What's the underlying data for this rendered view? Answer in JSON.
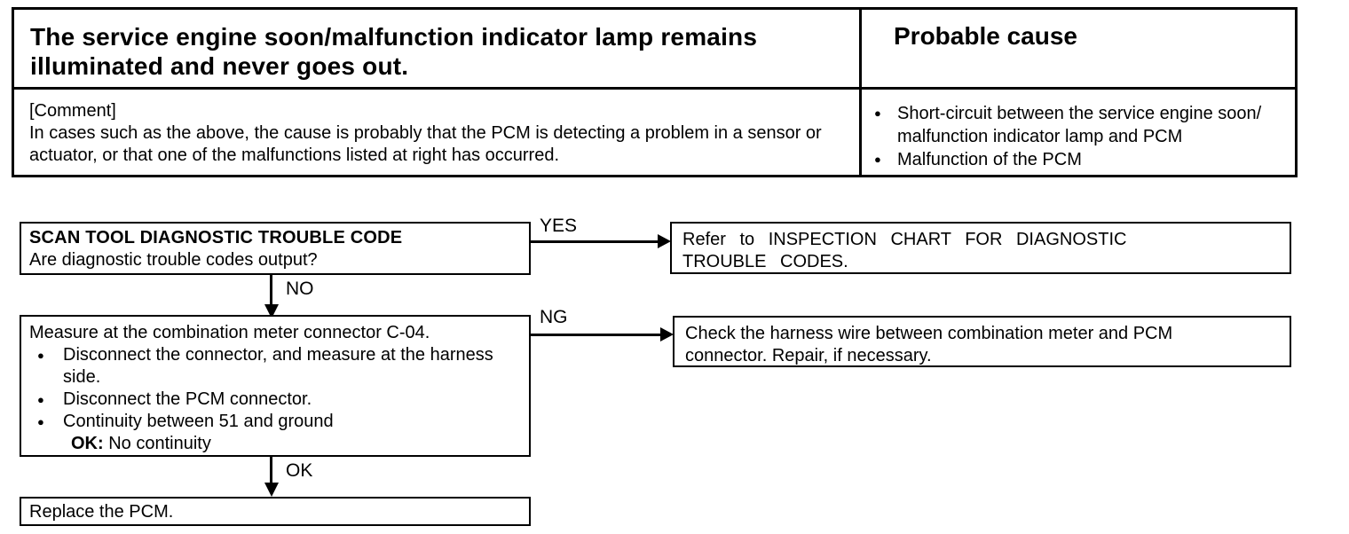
{
  "icons": {
    "bullet": "●"
  },
  "table": {
    "header": {
      "title": "The service engine soon/malfunction indicator lamp remains illuminated and never goes out.",
      "probable_cause_label": "Probable cause"
    },
    "body": {
      "comment_tag": "[Comment]",
      "comment_text": "In cases such as the above, the cause is probably that the PCM is detecting a problem in a sensor or actuator, or that one of the malfunctions listed at right has occurred.",
      "probable_causes": [
        "Short-circuit between the service engine soon/ malfunction indicator lamp and PCM",
        "Malfunction of the PCM"
      ]
    }
  },
  "flowchart": {
    "step1": {
      "title": "SCAN TOOL DIAGNOSTIC TROUBLE CODE",
      "question": "Are diagnostic trouble codes output?"
    },
    "labels": {
      "yes": "YES",
      "no": "NO",
      "ng": "NG",
      "ok": "OK"
    },
    "yes_result": "Refer to INSPECTION CHART FOR DIAGNOSTIC TROUBLE CODES.",
    "step2": {
      "intro": "Measure at the combination meter connector C-04.",
      "bullets": [
        "Disconnect the connector, and measure at the harness side.",
        "Disconnect the PCM connector.",
        "Continuity between 51 and ground"
      ],
      "ok_condition_label": "OK:",
      "ok_condition_value": "No continuity"
    },
    "ng_result": "Check the harness wire between combination meter and PCM connector. Repair, if necessary.",
    "final_action": "Replace the PCM."
  }
}
